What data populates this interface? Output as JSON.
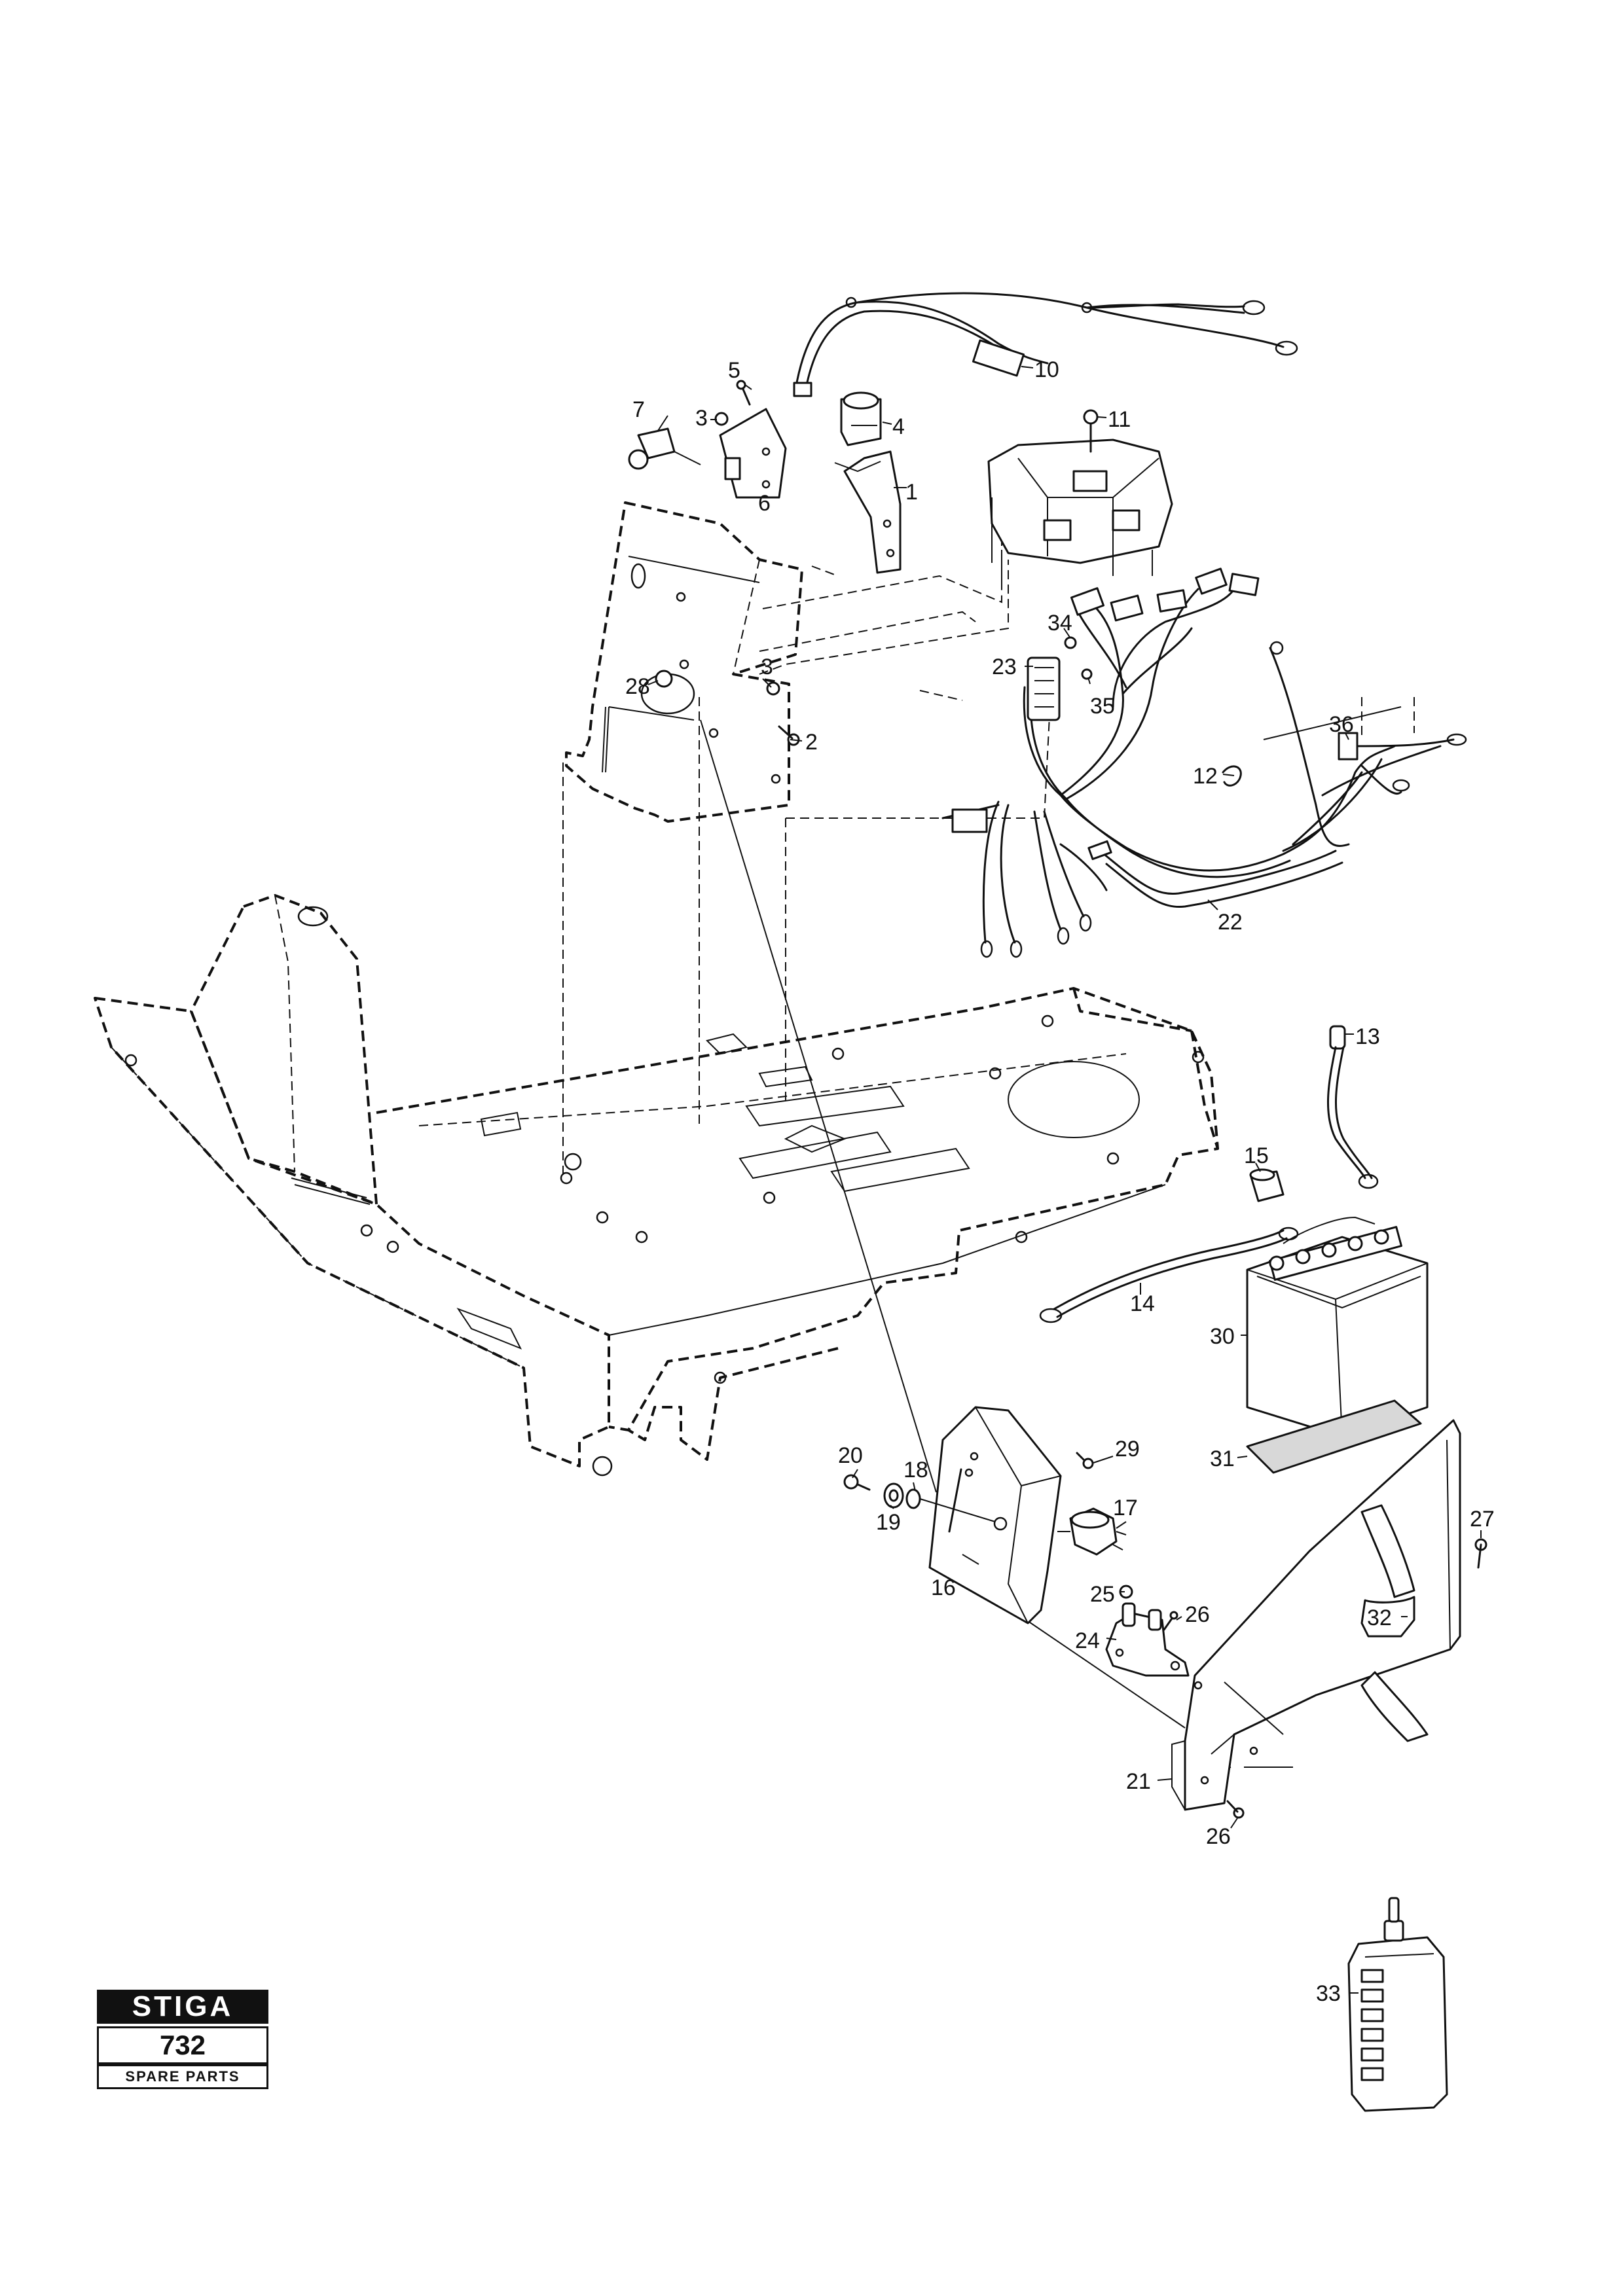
{
  "brand": {
    "name": "STIGA",
    "model": "732",
    "caption": "SPARE PARTS"
  },
  "callouts": [
    "1",
    "2",
    "3",
    "3",
    "4",
    "5",
    "6",
    "7",
    "10",
    "11",
    "12",
    "13",
    "14",
    "15",
    "16",
    "17",
    "18",
    "19",
    "20",
    "21",
    "22",
    "23",
    "24",
    "25",
    "26",
    "26",
    "27",
    "28",
    "29",
    "30",
    "31",
    "32",
    "33",
    "34",
    "35",
    "36"
  ]
}
